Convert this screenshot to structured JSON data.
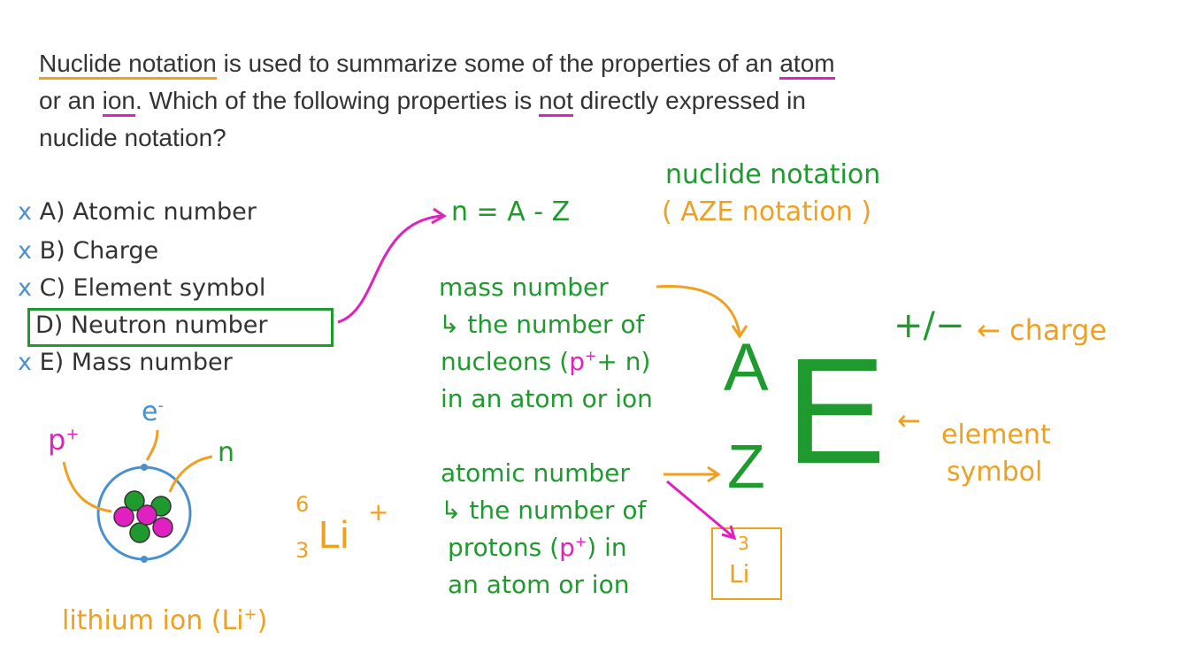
{
  "question": {
    "line1_prefix": "Nuclide notation",
    "line1_mid": " is used to summarize some of the properties of an ",
    "line1_atom": "atom",
    "line2_a": "or an ",
    "line2_ion": "ion",
    "line2_b": ". Which of the following properties is ",
    "line2_not": "not",
    "line2_c": " directly expressed in",
    "line3": "nuclide notation?"
  },
  "options": [
    {
      "mark": "x",
      "label": "A)  Atomic number"
    },
    {
      "mark": "x",
      "label": "B)  Charge"
    },
    {
      "mark": "x",
      "label": "C)  Element symbol"
    },
    {
      "mark": "",
      "label": "D)  Neutron number",
      "selected": true
    },
    {
      "mark": "x",
      "label": "E)  Mass number"
    }
  ],
  "formula": "n = A - Z",
  "heading": {
    "line1": "nuclide notation",
    "line2": "( AZE notation )"
  },
  "mass": {
    "title": "mass number",
    "desc1": "↳ the number of",
    "desc2a": "nucleons (",
    "p": "p",
    "plus": "+",
    "desc2b": "+ n)",
    "desc3": "in an atom or ion"
  },
  "atomic": {
    "title": "atomic number",
    "desc1": "↳ the number of",
    "desc2a": "protons (",
    "p": "p",
    "plus": "+",
    "desc2b": ") in",
    "desc3": "an atom or ion"
  },
  "notation": {
    "A": "A",
    "Z": "Z",
    "E": "E",
    "charge_sign": "+/−"
  },
  "labels": {
    "charge": "← charge",
    "element1": "element",
    "element2": "symbol",
    "element_arrow": "←"
  },
  "li_box": {
    "number": "3",
    "symbol": "Li"
  },
  "atom_diagram": {
    "p": "p",
    "p_sup": "+",
    "e": "e",
    "e_sup": "-",
    "n": "n",
    "caption": "lithium ion (Li",
    "caption_sup": "+",
    "caption_end": ")"
  },
  "li_nuclide": {
    "mass": "6",
    "atomic": "3",
    "symbol": "Li",
    "charge": "+"
  },
  "colors": {
    "green": "#1e9a2e",
    "orange": "#f0a020",
    "pink": "#e020c0",
    "blue": "#4a90d0",
    "text": "#333333"
  }
}
